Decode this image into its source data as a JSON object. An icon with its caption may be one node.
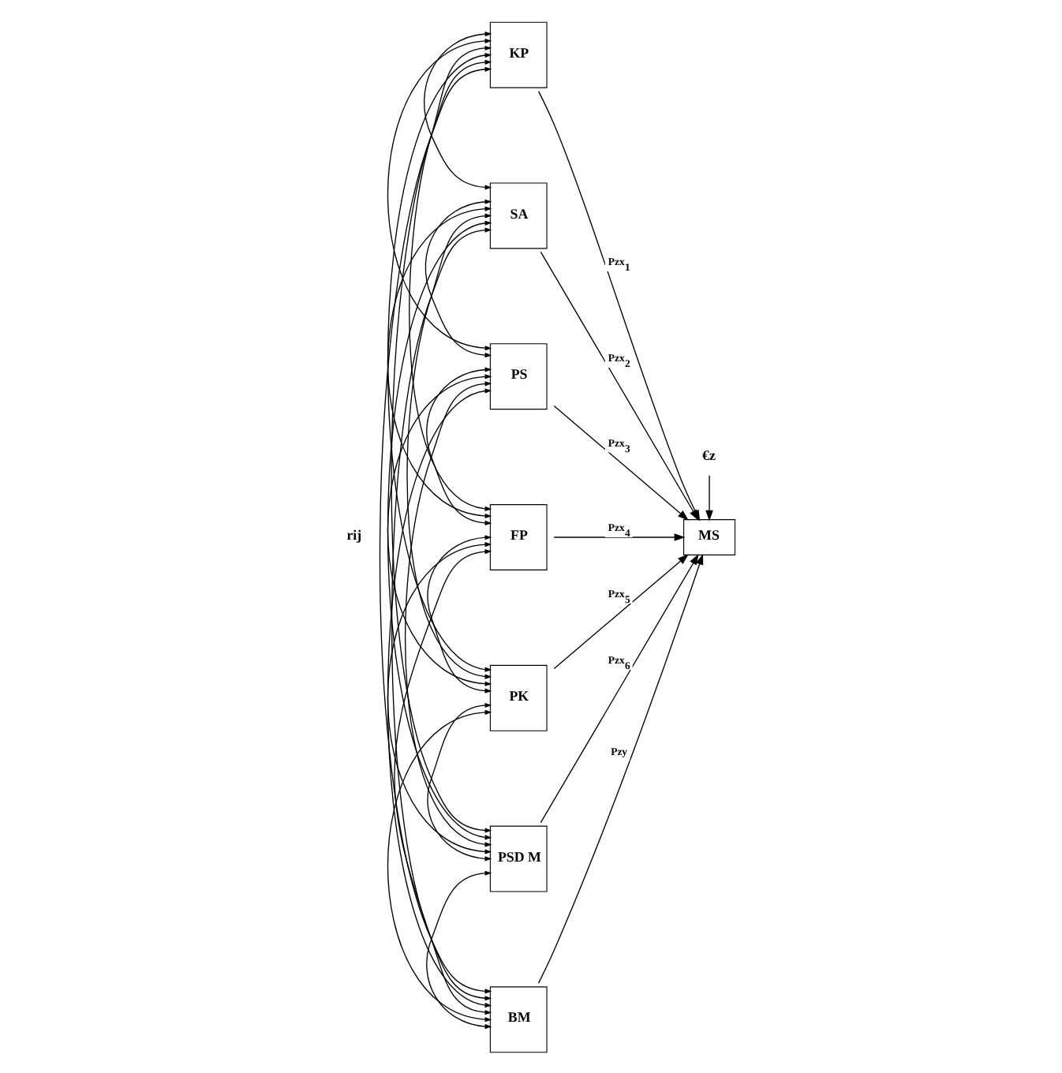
{
  "diagram": {
    "nodes": [
      {
        "text": [
          "KP"
        ]
      },
      {
        "text": [
          "SA"
        ]
      },
      {
        "text": [
          "PS"
        ]
      },
      {
        "text": [
          "FP"
        ]
      },
      {
        "text": [
          "PK"
        ]
      },
      {
        "text": [
          "PSD M"
        ]
      },
      {
        "text": [
          "BM"
        ]
      },
      {
        "text": [
          "MS"
        ]
      },
      {
        "text": [
          "€z"
        ]
      }
    ],
    "edges": [
      {
        "from": 0,
        "to": 7,
        "arrow": "to",
        "label": "Pzx$_{1}$"
      },
      {
        "from": 1,
        "to": 7,
        "arrow": "to",
        "label": "Pzx$_{2}$"
      },
      {
        "from": 2,
        "to": 7,
        "arrow": "to",
        "label": "Pzx$_{3}$"
      },
      {
        "from": 3,
        "to": 7,
        "arrow": "to",
        "label": "Pzx$_{4}$"
      },
      {
        "from": 4,
        "to": 7,
        "arrow": "to",
        "label": "Pzx$_{5}$"
      },
      {
        "from": 5,
        "to": 7,
        "arrow": "to",
        "label": "Pzx$_{6}$"
      },
      {
        "from": 6,
        "to": 7,
        "arrow": "to",
        "label": "Pzy"
      },
      {
        "from": 8,
        "to": 7,
        "arrow": "to"
      },
      {
        "from": 0,
        "to": 1,
        "arrow": "both"
      },
      {
        "from": 0,
        "to": 2,
        "arrow": "both"
      },
      {
        "from": 0,
        "to": 3,
        "arrow": "both"
      },
      {
        "from": 0,
        "to": 4,
        "arrow": "both"
      },
      {
        "from": 0,
        "to": 5,
        "arrow": "both"
      },
      {
        "from": 0,
        "to": 6,
        "arrow": "both"
      },
      {
        "from": 1,
        "to": 2,
        "arrow": "both"
      },
      {
        "from": 1,
        "to": 3,
        "arrow": "both"
      },
      {
        "from": 1,
        "to": 4,
        "arrow": "both"
      },
      {
        "from": 1,
        "to": 5,
        "arrow": "both"
      },
      {
        "from": 1,
        "to": 6,
        "arrow": "both"
      },
      {
        "from": 2,
        "to": 3,
        "arrow": "both"
      },
      {
        "from": 2,
        "to": 4,
        "arrow": "both"
      },
      {
        "from": 2,
        "to": 5,
        "arrow": "both"
      },
      {
        "from": 2,
        "to": 6,
        "arrow": "both"
      },
      {
        "from": 3,
        "to": 4,
        "arrow": "both"
      },
      {
        "from": 3,
        "to": 5,
        "arrow": "both"
      },
      {
        "from": 3,
        "to": 6,
        "arrow": "both"
      },
      {
        "from": 4,
        "to": 5,
        "arrow": "both"
      },
      {
        "from": 4,
        "to": 6,
        "arrow": "both"
      },
      {
        "from": 5,
        "to": 6,
        "arrow": "both"
      }
    ],
    "labels": [
      "rij"
    ]
  }
}
